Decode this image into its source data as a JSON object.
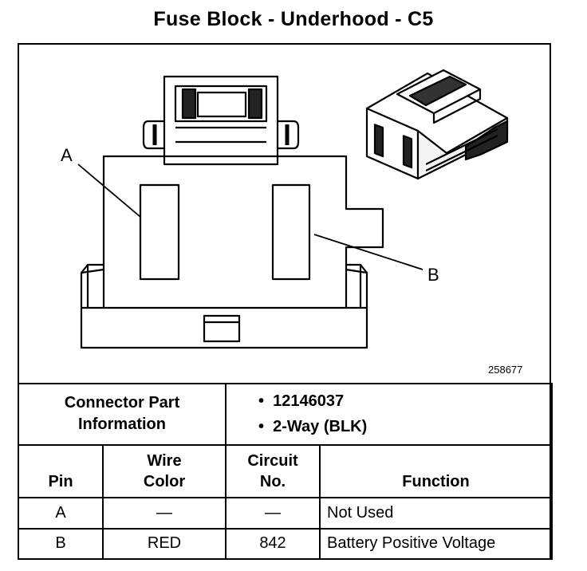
{
  "title": "Fuse Block - Underhood - C5",
  "figure_id": "258677",
  "callouts": {
    "a": "A",
    "b": "B"
  },
  "connector_info": {
    "label_line1": "Connector Part",
    "label_line2": "Information",
    "bullet": "•",
    "items": [
      "12146037",
      "2-Way (BLK)"
    ]
  },
  "table": {
    "headers": {
      "pin": "Pin",
      "wire_color_1": "Wire",
      "wire_color_2": "Color",
      "circuit_1": "Circuit",
      "circuit_2": "No.",
      "function": "Function"
    },
    "rows": [
      {
        "pin": "A",
        "wire_color": "—",
        "circuit": "—",
        "function": "Not Used"
      },
      {
        "pin": "B",
        "wire_color": "RED",
        "circuit": "842",
        "function": "Battery Positive Voltage"
      }
    ]
  }
}
